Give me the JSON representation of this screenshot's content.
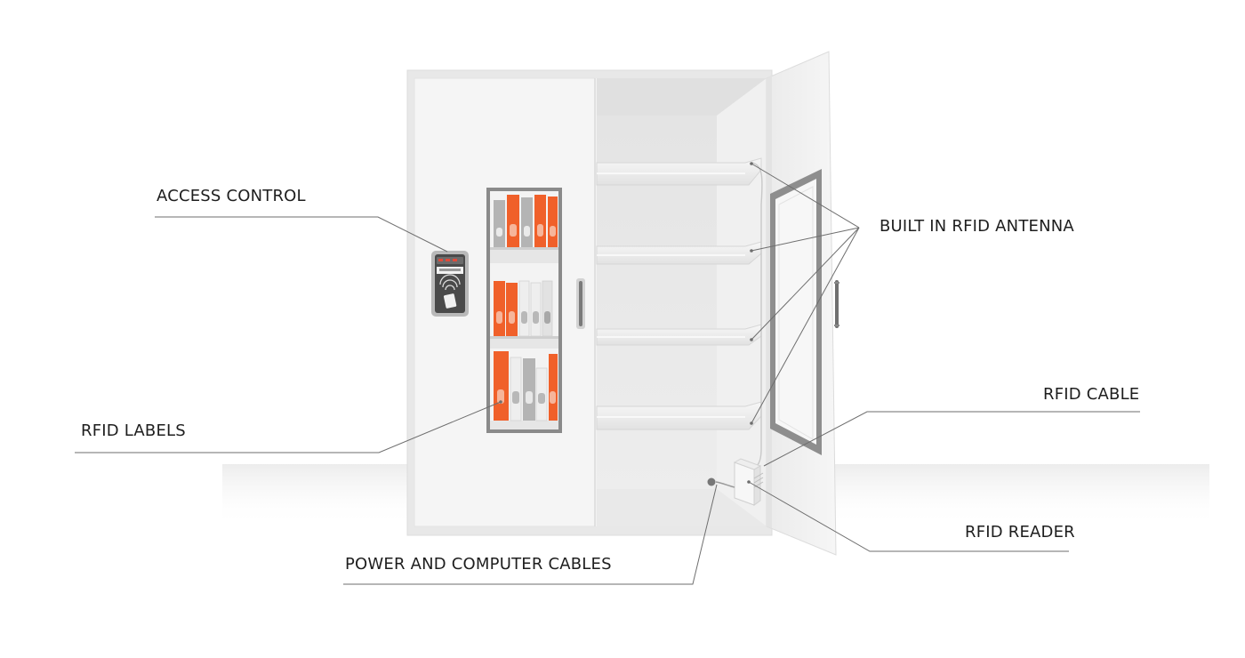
{
  "callouts": {
    "access_control": "ACCESS CONTROL",
    "built_in_rfid_antenna": "BUILT IN RFID ANTENNA",
    "rfid_cable": "RFID CABLE",
    "rfid_labels": "RFID LABELS",
    "rfid_reader": "RFID READER",
    "power_and_computer_cables": "POWER AND COMPUTER CABLES"
  },
  "colors": {
    "binder_orange": "#f0602a",
    "binder_gray": "#b4b4b4",
    "cabinet_frame": "#ececec",
    "cabinet_panel": "#f4f4f4",
    "leader_line": "#6e6e6e",
    "text": "#1e1e1e"
  },
  "icons": {
    "access_panel": "rfid-access-reader-icon",
    "contactless": "contactless-wave-icon"
  }
}
